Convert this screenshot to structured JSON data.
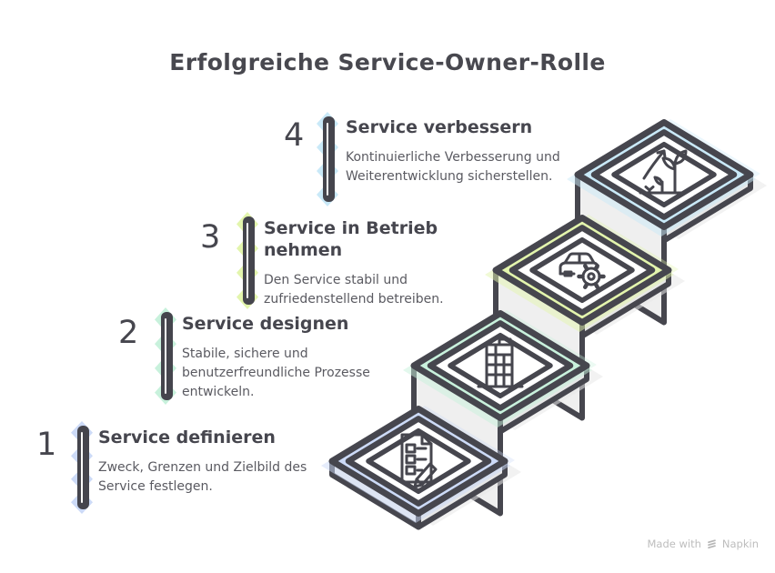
{
  "title": "Erfolgreiche Service-Owner-Rolle",
  "steps": [
    {
      "number": "1",
      "title": "Service definieren",
      "description": "Zweck, Grenzen und Zielbild des Service festlegen.",
      "accent": "#ccdaf7",
      "icon": "document-pencil-icon"
    },
    {
      "number": "2",
      "title": "Service designen",
      "description": "Stabile, sichere und benutzerfreundliche Prozesse entwickeln.",
      "accent": "#c8f1dc",
      "icon": "building-icon"
    },
    {
      "number": "3",
      "title": "Service in Betrieb nehmen",
      "description": "Den Service stabil und zufriedenstellend betreiben.",
      "accent": "#e3f5ad",
      "icon": "car-gear-icon"
    },
    {
      "number": "4",
      "title": "Service verbessern",
      "description": "Kontinuierliche Verbesserung und Weiterentwicklung sicherstellen.",
      "accent": "#c9e9f8",
      "icon": "growth-icon"
    }
  ],
  "colors": {
    "ink": "#46464e",
    "body_text": "#5a5a61",
    "riser_gray": "#efefef",
    "slab_gray": "#e7e7e7"
  },
  "watermark": {
    "prefix": "Made with",
    "brand": "Napkin"
  }
}
